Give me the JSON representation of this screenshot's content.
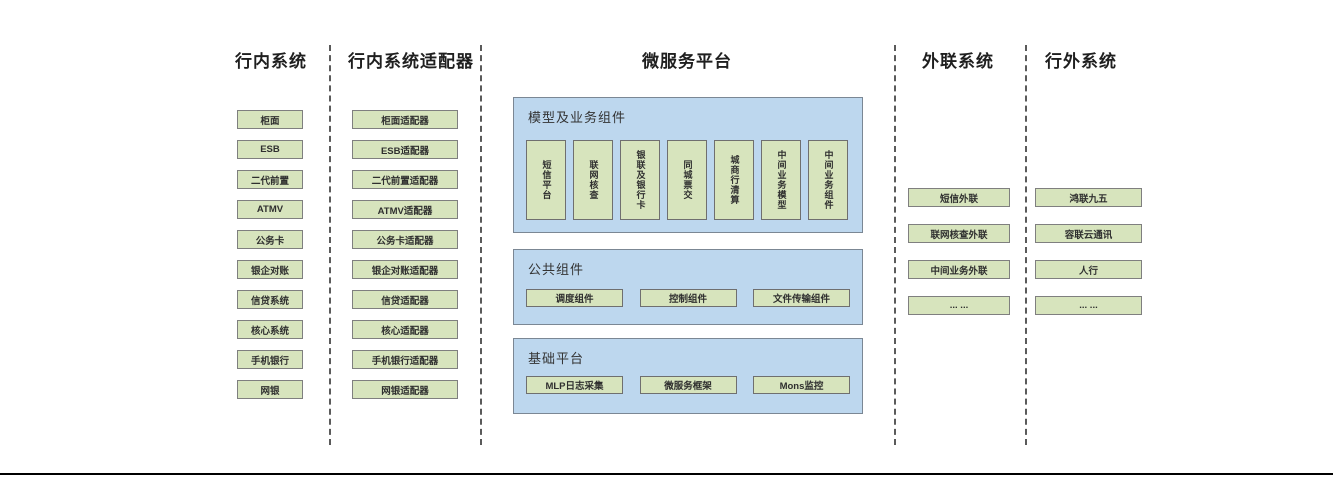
{
  "diagram": {
    "columns": {
      "internal": {
        "title": "行内系统",
        "boxes": [
          "柜面",
          "ESB",
          "二代前置",
          "ATMV",
          "公务卡",
          "银企对账",
          "信贷系统",
          "核心系统",
          "手机银行",
          "网银"
        ]
      },
      "adapters": {
        "title": "行内系统适配器",
        "boxes": [
          "柜面适配器",
          "ESB适配器",
          "二代前置适配器",
          "ATMV适配器",
          "公务卡适配器",
          "银企对账适配器",
          "信贷适配器",
          "核心适配器",
          "手机银行适配器",
          "网银适配器"
        ]
      },
      "platform": {
        "title": "微服务平台",
        "sections": [
          {
            "label": "模型及业务组件",
            "boxes": [
              "短信平台",
              "联网核查",
              "银联及银行卡",
              "同城票交",
              "城商行清算",
              "中间业务模型",
              "中间业务组件"
            ]
          },
          {
            "label": "公共组件",
            "boxes": [
              "调度组件",
              "控制组件",
              "文件传输组件"
            ]
          },
          {
            "label": "基础平台",
            "boxes": [
              "MLP日志采集",
              "微服务框架",
              "Mons监控"
            ]
          }
        ]
      },
      "outreach": {
        "title": "外联系统",
        "boxes": [
          "短信外联",
          "联网核查外联",
          "中间业务外联",
          "... ..."
        ]
      },
      "external": {
        "title": "行外系统",
        "boxes": [
          "鸿联九五",
          "容联云通讯",
          "人行",
          "... ..."
        ]
      }
    },
    "colors": {
      "box_green": "#d7e4bd",
      "box_border": "#6f6f6f",
      "panel_blue": "#bdd7ee",
      "panel_border": "#7b8794",
      "divider": "#5a5a5a",
      "bottom_rule": "#000000"
    }
  }
}
